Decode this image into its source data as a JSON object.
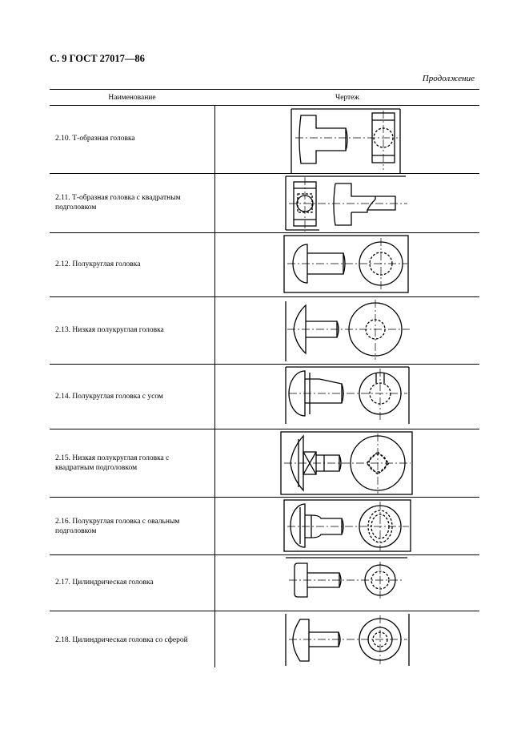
{
  "page": {
    "header": "С. 9 ГОСТ 27017—86",
    "continuation": "Продолжение"
  },
  "table": {
    "columns": [
      "Наименование",
      "Чертеж"
    ],
    "rows": [
      {
        "label": "2.10. Т-образная головка",
        "drawing": "t-head"
      },
      {
        "label": "2.11. Т-образная головка с квадратным подголовком",
        "drawing": "t-head-square-neck"
      },
      {
        "label": "2.12. Полукруглая головка",
        "drawing": "round-head"
      },
      {
        "label": "2.13. Низкая полукруглая головка",
        "drawing": "low-round-head"
      },
      {
        "label": "2.14. Полукруглая головка с усом",
        "drawing": "round-head-nib"
      },
      {
        "label": "2.15. Низкая полукруглая головка с квадратным подголовком",
        "drawing": "low-round-head-square-neck"
      },
      {
        "label": "2.16. Полукруглая головка с овальным подголовком",
        "drawing": "round-head-oval-neck"
      },
      {
        "label": "2.17. Цилиндрическая головка",
        "drawing": "cylinder-head"
      },
      {
        "label": "2.18. Цилиндрическая головка со сферой",
        "drawing": "cylinder-head-sphere"
      }
    ]
  }
}
